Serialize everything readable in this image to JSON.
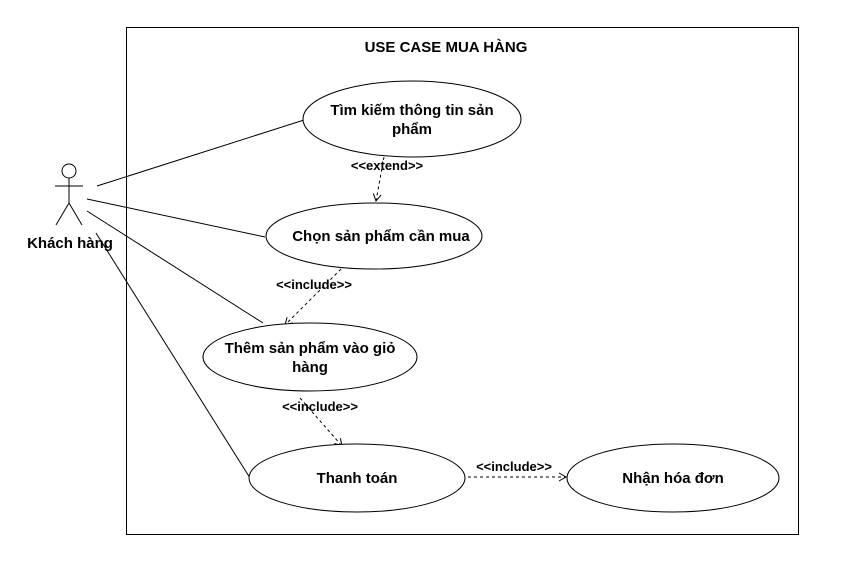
{
  "system": {
    "title": "USE CASE MUA HÀNG"
  },
  "actor": {
    "name": "Khách hàng"
  },
  "use_cases": {
    "search": {
      "lines": [
        "Tìm kiếm thông tin sản",
        "phẩm"
      ]
    },
    "select": {
      "lines": [
        "Chọn sản phẩm cần mua"
      ]
    },
    "add_cart": {
      "lines": [
        "Thêm sản phẩm vào giỏ",
        "hàng"
      ]
    },
    "payment": {
      "lines": [
        "Thanh toán"
      ]
    },
    "invoice": {
      "lines": [
        "Nhận hóa đơn"
      ]
    }
  },
  "relations": {
    "extend_search_select": "<<extend>>",
    "include_select_add": "<<include>>",
    "include_add_payment": "<<include>>",
    "include_payment_invoice": "<<include>>"
  }
}
